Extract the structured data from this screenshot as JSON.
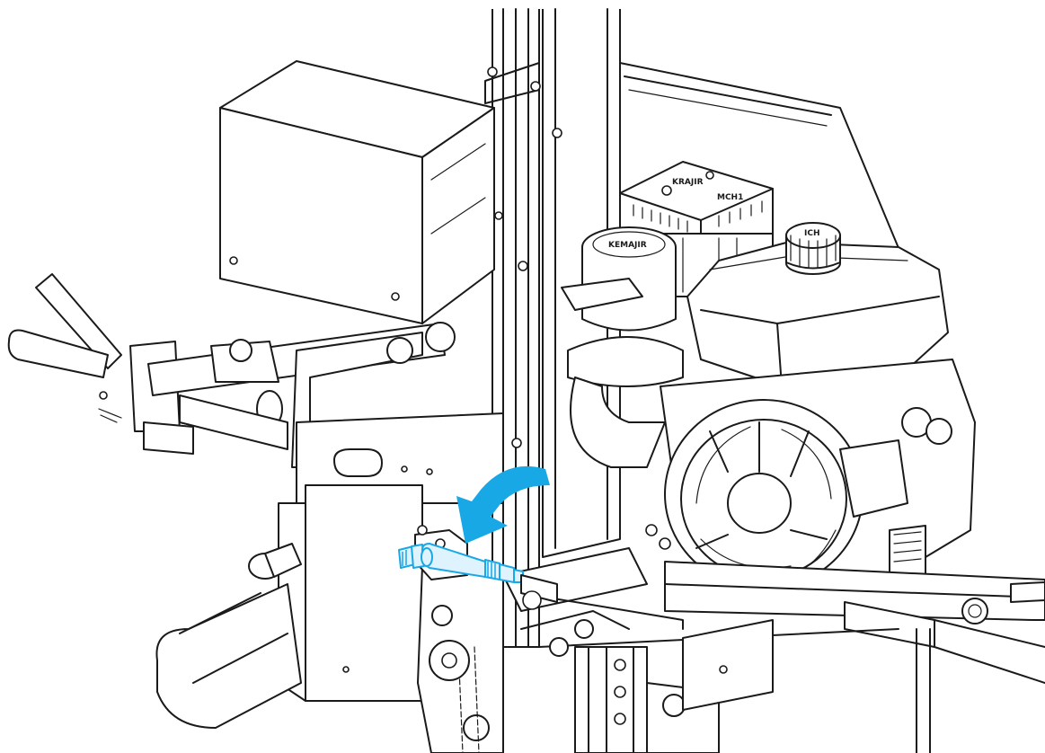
{
  "figure": {
    "logo_text_tank_cap": "ICH",
    "logo_text_air_filter": "KEMAJIR",
    "logo_text_cover_a": "KRAJIR",
    "logo_text_cover_b": "MCH1"
  },
  "colors": {
    "line": "#1a1a1a",
    "background": "#ffffff",
    "highlight_fill": "#dff3ff",
    "highlight_stroke": "#19a8e6",
    "arrow": "#19a8e6"
  },
  "highlight": {
    "part": "hydraulic inline filter",
    "indicator": "curved-arrow"
  }
}
